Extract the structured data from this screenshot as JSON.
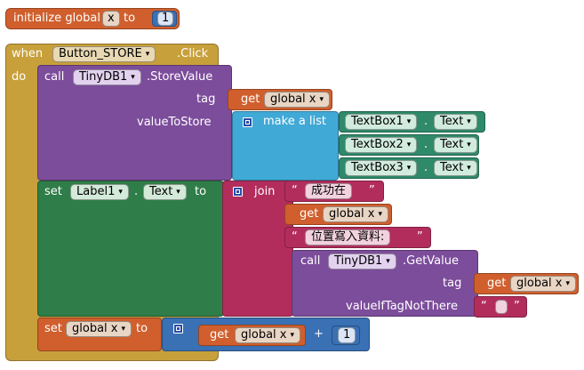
{
  "init": {
    "keyword": "initialize global",
    "var_name": "x",
    "to": "to",
    "value": "1"
  },
  "event": {
    "when": "when",
    "component": "Button_STORE",
    "event": ".Click",
    "do": "do"
  },
  "store": {
    "call": "call",
    "component": "TinyDB1",
    "method": ".StoreValue",
    "tag_label": "tag",
    "get": "get",
    "get_var": "global x",
    "value_label": "valueToStore",
    "make_list": "make a list",
    "items": [
      {
        "component": "TextBox1",
        "dot": ".",
        "prop": "Text"
      },
      {
        "component": "TextBox2",
        "dot": ".",
        "prop": "Text"
      },
      {
        "component": "TextBox3",
        "dot": ".",
        "prop": "Text"
      }
    ]
  },
  "setlabel": {
    "set": "set",
    "component": "Label1",
    "dot": ".",
    "prop": "Text",
    "to": "to",
    "join": "join",
    "text1": "成功在",
    "get": "get",
    "get_var": "global x",
    "text2": "位置寫入資料:",
    "call": "call",
    "call_component": "TinyDB1",
    "call_method": ".GetValue",
    "tag_label": "tag",
    "tag_get": "get",
    "tag_var": "global x",
    "ifnot_label": "valueIfTagNotThere",
    "ifnot_value": ""
  },
  "setvar": {
    "set": "set",
    "var": "global x",
    "to": "to",
    "get": "get",
    "get_var": "global x",
    "op": "+",
    "num": "1"
  },
  "quotes": {
    "open": "“",
    "close": "”"
  }
}
